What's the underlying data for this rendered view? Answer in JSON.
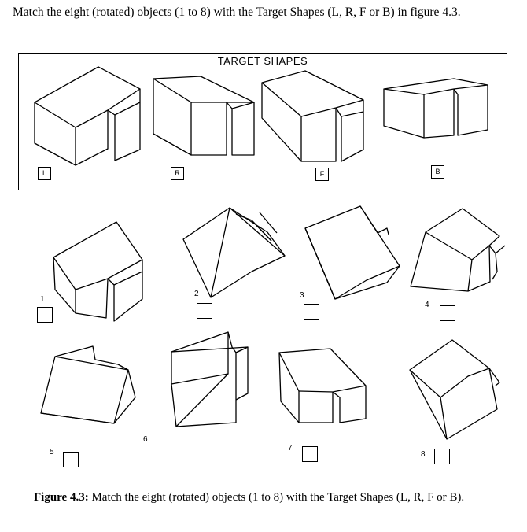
{
  "instruction": "Match the eight (rotated) objects (1 to 8) with the Target Shapes (L, R, F or B) in figure 4.3.",
  "target_title": "TARGET SHAPES",
  "targets": [
    {
      "label": "L"
    },
    {
      "label": "R"
    },
    {
      "label": "F"
    },
    {
      "label": "B"
    }
  ],
  "objects": [
    {
      "number": "1"
    },
    {
      "number": "2"
    },
    {
      "number": "3"
    },
    {
      "number": "4"
    },
    {
      "number": "5"
    },
    {
      "number": "6"
    },
    {
      "number": "7"
    },
    {
      "number": "8"
    }
  ],
  "caption": {
    "bold": "Figure 4.3:",
    "text": " Match the eight (rotated) objects (1 to 8) with the Target Shapes (L, R, F or B)."
  }
}
